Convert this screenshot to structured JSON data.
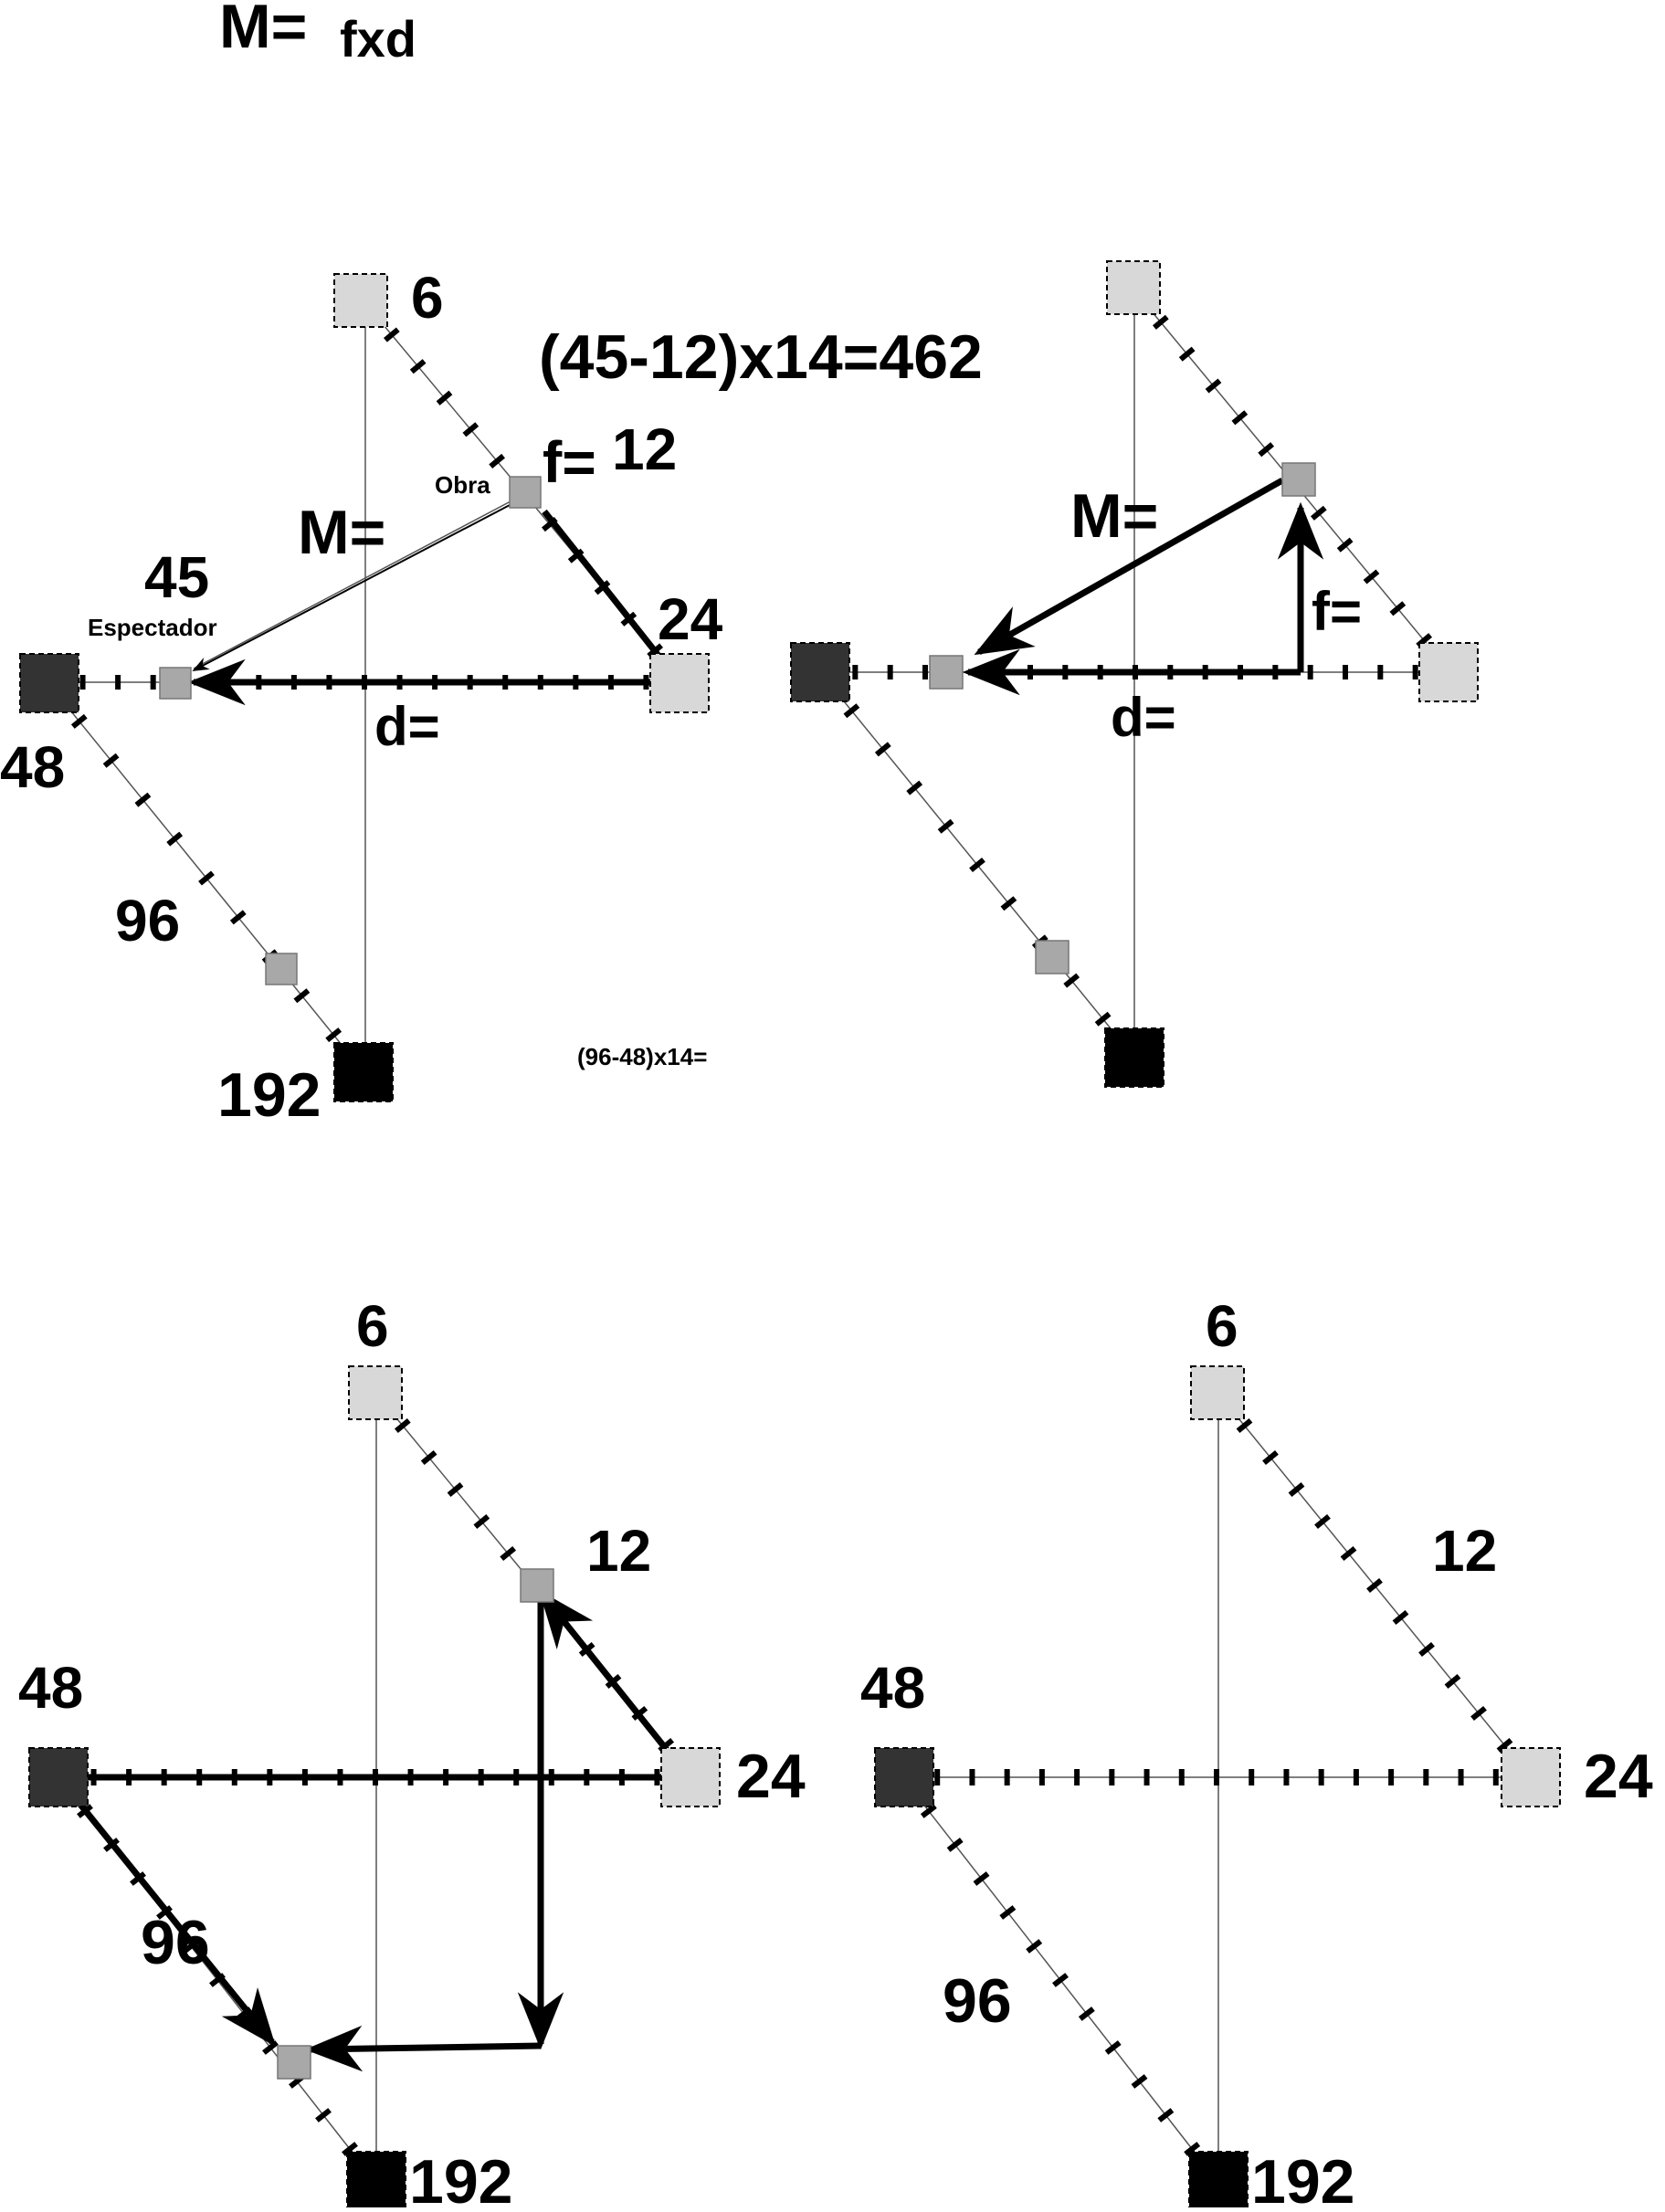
{
  "header": {
    "formula_m": "M=",
    "formula_fxd": "fxd"
  },
  "panel_tl": {
    "label_6": "6",
    "label_12": "12",
    "label_f_prefix": "f=",
    "label_24": "24",
    "label_45": "45",
    "label_48": "48",
    "label_96": "96",
    "label_192": "192",
    "label_m": "M=",
    "label_d": "d=",
    "label_obra": "Obra",
    "label_espectador": "Espectador",
    "equation_main": "(45-12)x14=462",
    "equation_small": "(96-48)x14="
  },
  "panel_tr": {
    "label_m": "M=",
    "label_f": "f=",
    "label_d": "d="
  },
  "panel_bl": {
    "label_6": "6",
    "label_12": "12",
    "label_24": "24",
    "label_48": "48",
    "label_96": "96",
    "label_192": "192"
  },
  "panel_br": {
    "label_6": "6",
    "label_12": "12",
    "label_24": "24",
    "label_48": "48",
    "label_96": "96",
    "label_192": "192"
  },
  "colors": {
    "node_light": "#d8d8d8",
    "node_mid": "#a8a8a8",
    "node_dark": "#333333",
    "node_black": "#000000",
    "line": "#555555"
  }
}
